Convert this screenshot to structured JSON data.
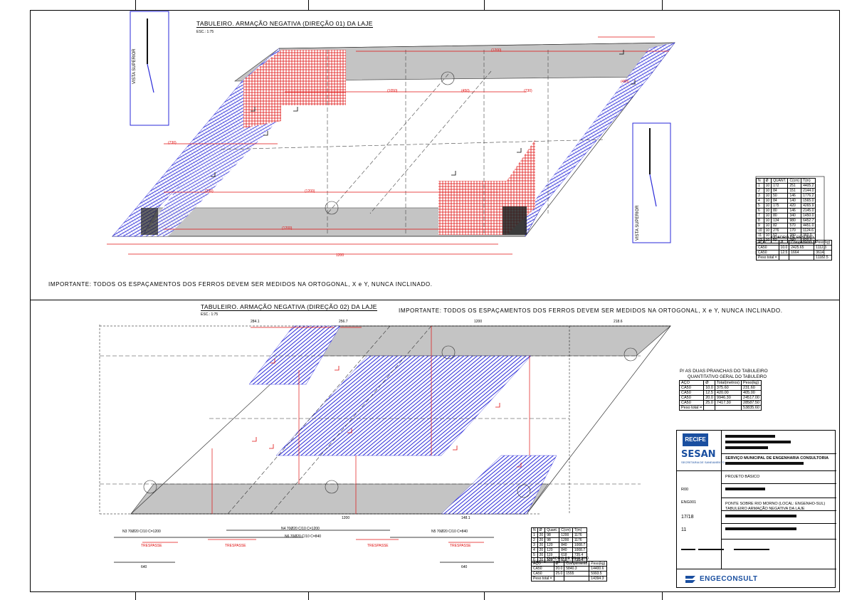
{
  "sheet": {
    "top_title": "TABULEIRO. ARMAÇÃO NEGATIVA (DIREÇÃO 01) DA LAJE",
    "top_scale": "ESC.: 1:75",
    "top_note": "IMPORTANTE: TODOS OS ESPAÇAMENTOS DOS FERROS DEVEM SER MEDIDOS NA ORTOGONAL, X e Y, NUNCA INCLINADO.",
    "bottom_title": "TABULEIRO. ARMAÇÃO NEGATIVA (DIREÇÃO 02) DA LAJE",
    "bottom_scale": "ESC.: 1:75",
    "bottom_note": "IMPORTANTE: TODOS OS ESPAÇAMENTOS DOS FERROS DEVEM SER MEDIDOS NA ORTOGONAL, X e Y, NUNCA INCLINADO.",
    "vista_superior": "VISTA SUPERIOR",
    "dimensions_top": [
      "(1200)",
      "(1050)",
      "(450)",
      "(730)",
      "(1200)",
      "(730)",
      "(1200)",
      "1200",
      "(730)",
      "(450)"
    ],
    "dimensions_bottom": [
      "284.1",
      "256.7",
      "1200",
      "218.6",
      "1200",
      "148.1"
    ],
    "quadro_resumo_top": {
      "title": "QUADRO DE RESUMO",
      "header": [
        "AÇO",
        "Ø",
        "Comprimento",
        "Peso(kg)"
      ],
      "rows": [
        [
          "CA50",
          "10.0",
          "2425.65",
          "1112.3"
        ],
        [
          "CA50",
          "12.5",
          "1664",
          "3614"
        ],
        [
          "Peso total =",
          "",
          "",
          "11182.5"
        ]
      ]
    },
    "ferros_top": {
      "header": [
        "N",
        "Ø",
        "QUANT.",
        "C(cm)",
        "T(m)"
      ],
      "rows": [
        [
          "1",
          "10",
          "172",
          "251",
          "4405.2"
        ],
        [
          "2",
          "10",
          "84",
          "151",
          "2144.0"
        ],
        [
          "3",
          "10",
          "50",
          "146",
          "1776.2"
        ],
        [
          "4",
          "10",
          "84",
          "140",
          "1565.0"
        ],
        [
          "5",
          "10",
          "175",
          "420",
          "4265.9"
        ],
        [
          "6",
          "10",
          "80",
          "146",
          "2145.0"
        ],
        [
          "7",
          "10",
          "80",
          "340",
          "1450.0"
        ],
        [
          "8",
          "10",
          "134",
          "980",
          "6452.7"
        ],
        [
          "9",
          "10",
          "82",
          "570",
          "4451.0"
        ],
        [
          "10",
          "10",
          "276",
          "170",
          "1124.6"
        ],
        [
          "11",
          "10",
          "52",
          "280",
          "360.0"
        ],
        [
          "12",
          "10",
          "92",
          "280",
          "820.0"
        ]
      ]
    },
    "quantitativo_geral": {
      "title": "P/ AS DUAS PRANCHAS DO TABULEIRO",
      "subtitle": "QUANTITATIVO GERAL DO TABULEIRO",
      "header": [
        "AÇO",
        "Ø",
        "Total(metros)",
        "Peso(kg)"
      ],
      "rows": [
        [
          "CA50",
          "10.0",
          "375.60",
          "231.60"
        ],
        [
          "CA50",
          "12.5",
          "420.00",
          "405.00"
        ],
        [
          "CA50",
          "20.0",
          "9946.30",
          "24517.00"
        ],
        [
          "CA50",
          "25.0",
          "7417.30",
          "28587.50"
        ],
        [
          "Peso total =",
          "",
          "",
          "53835.60"
        ]
      ]
    },
    "ferros_bottom": {
      "header": [
        "N",
        "Ø",
        "Quant.",
        "C(cm)",
        "T(m)"
      ],
      "rows": [
        [
          "1",
          "20",
          "98",
          "1200",
          "1176"
        ],
        [
          "2",
          "20",
          "98",
          "1200",
          "1176"
        ],
        [
          "3",
          "20",
          "120",
          "840",
          "1008.7"
        ],
        [
          "4",
          "20",
          "120",
          "840",
          "1008.7"
        ],
        [
          "5",
          "20",
          "119",
          "618",
          "735.4"
        ],
        [
          "6",
          "20",
          "119",
          "618",
          "735.4"
        ]
      ]
    },
    "quadro_resumo_bottom": {
      "title": "QUADRO DE RESUMO",
      "header": [
        "AÇO",
        "Ø",
        "Comprimento",
        "Peso(kg)"
      ],
      "rows": [
        [
          "CA50",
          "20.0",
          "5840.3",
          "14400.6"
        ],
        [
          "CA50",
          "25.0",
          "1555",
          "5993.5"
        ],
        [
          "Peso total =",
          "",
          "",
          "14394.3"
        ]
      ]
    },
    "bar_callouts_bottom": [
      "N3 70Ø20 C/10 C=1200",
      "N4 70Ø20 C/10 C=1200",
      "N5 70Ø20 C/10 C=840",
      "N6 70Ø20 C/10 C=840",
      "640",
      "640",
      "TRESPASSE",
      "TRESPASSE",
      "TRESPASSE",
      "TRESPASSE"
    ],
    "title_block": {
      "logo_recife": "RECIFE",
      "logo_sesan": "SESAN",
      "logo_sesan_sub": "SECRETARIA DE SANEAMENTO",
      "org_line": "SERVIÇO MUNICIPAL DE ENGENHARIA CONSULTORIA",
      "phase_label": "PROJETO BÁSICO",
      "field_rev": "R00",
      "field_sheet": "17/18",
      "field_num": "11",
      "project": "PONTE SOBRE RIO MORNO (LOCAL: ENGENHO-SUL)",
      "drawing": "TABULEIRO ARMAÇÃO NEGATIVA DA LAJE",
      "code_label": "ENG001",
      "company": "ENGECONSULT",
      "colors": {
        "brand_blue": "#1a4fa0"
      }
    },
    "colors": {
      "red_rebar": "#e01010",
      "blue_rebar": "#2a2ad8",
      "slab_gray": "#c4c4c4"
    }
  }
}
